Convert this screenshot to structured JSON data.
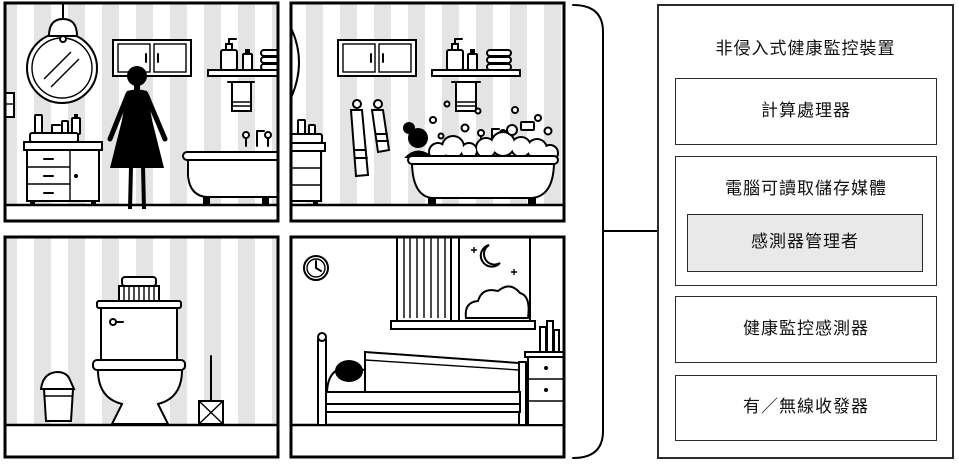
{
  "diagram": {
    "title": "非侵入式健康監控裝置",
    "processor": "計算處理器",
    "storage": {
      "label": "電腦可讀取儲存媒體",
      "sensor_manager": "感測器管理者"
    },
    "sensors": "健康監控感測器",
    "transceiver": "有／無線收發器"
  },
  "colors": {
    "line": "#000000",
    "wall_stripe": "#e4e4e4",
    "highlight_fill": "#e9e9e9"
  }
}
